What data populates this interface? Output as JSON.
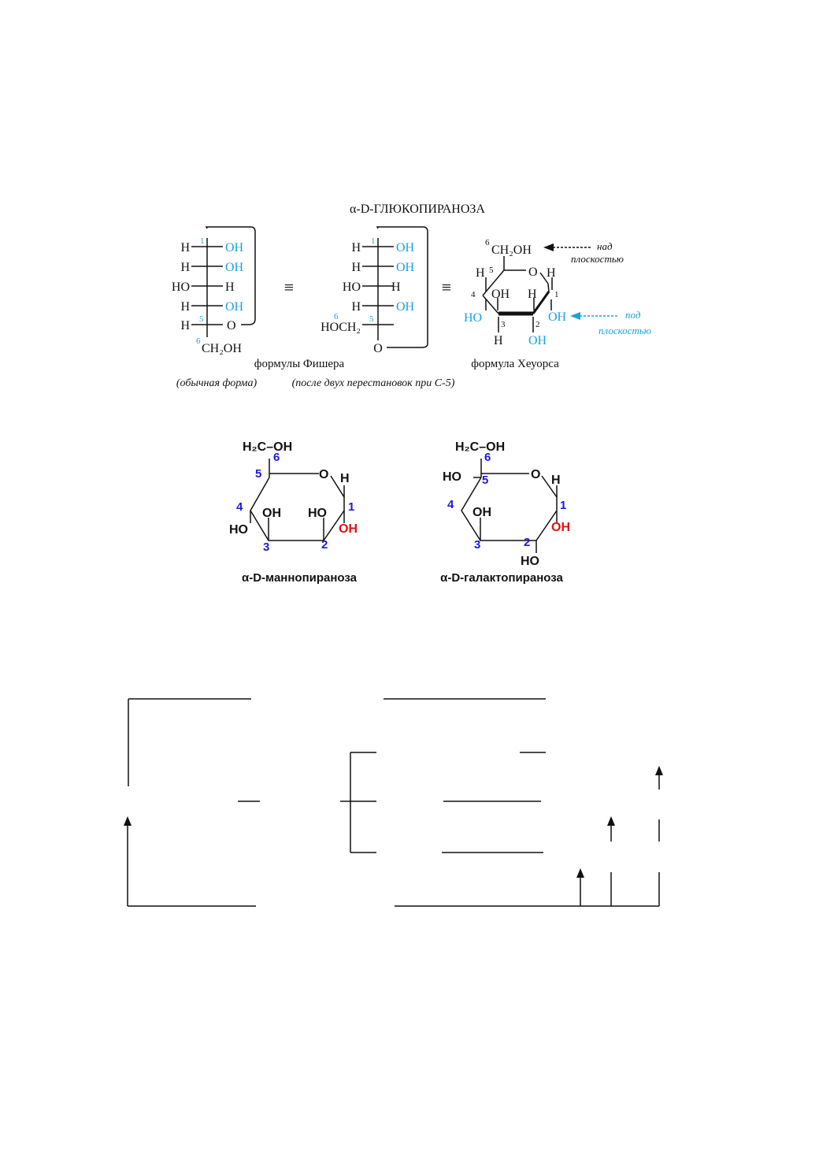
{
  "glucose": {
    "title": "α-D-ГЛЮКОПИРАНОЗА",
    "fischer1": {
      "rows": [
        {
          "left": "H",
          "right": "OH"
        },
        {
          "left": "H",
          "right": "OH"
        },
        {
          "left": "HO",
          "right": "H"
        },
        {
          "left": "H",
          "right": "OH"
        },
        {
          "left": "H",
          "right": "O"
        }
      ],
      "num1": "1",
      "num5": "5",
      "num6": "6",
      "bottom": "CH₂OH"
    },
    "fischer2": {
      "rows": [
        {
          "left": "H",
          "right": "OH"
        },
        {
          "left": "H",
          "right": "OH"
        },
        {
          "left": "HO",
          "right": "H"
        },
        {
          "left": "H",
          "right": "OH"
        }
      ],
      "num1": "1",
      "num5": "5",
      "num6": "6",
      "left5": "HOCH₂",
      "ring_o": "O"
    },
    "equiv": "≡",
    "haworth": {
      "top": "CH₂OH",
      "top_num": "6",
      "c5_h": "H",
      "c5_num": "5",
      "ring_o": "O",
      "c1_h": "H",
      "c1_num": "1",
      "c4_num": "4",
      "c4_ho": "HO",
      "c3_oh": "OH",
      "c2_h": "H",
      "c1_oh": "OH",
      "c3_num": "3",
      "c2_num": "2",
      "c3_h": "H",
      "c2_oh": "OH"
    },
    "above_label": "над плоскостью",
    "below_label": "под плоскостью",
    "caption_fischer": "формулы Фишера",
    "caption_haworth": "формула Хеуорса",
    "note_usual": "(обычная форма)",
    "note_after": "(после двух перестановок при С-5)"
  },
  "mannose": {
    "top": "H₂C–OH",
    "n6": "6",
    "n5": "5",
    "o": "O",
    "h1": "H",
    "n1": "1",
    "n4": "4",
    "ho4": "HO",
    "oh3": "OH",
    "ho2": "HO",
    "oh1": "OH",
    "n3": "3",
    "n2": "2",
    "caption": "α-D-маннопираноза"
  },
  "galactose": {
    "top": "H₂C–OH",
    "n6": "6",
    "n5": "5",
    "o": "O",
    "h1": "H",
    "n1": "1",
    "n4": "4",
    "ho4": "HO",
    "oh3": "OH",
    "oh1": "OH",
    "n3": "3",
    "n2": "2",
    "ho2": "HO",
    "caption": "α-D-галактопираноза"
  }
}
